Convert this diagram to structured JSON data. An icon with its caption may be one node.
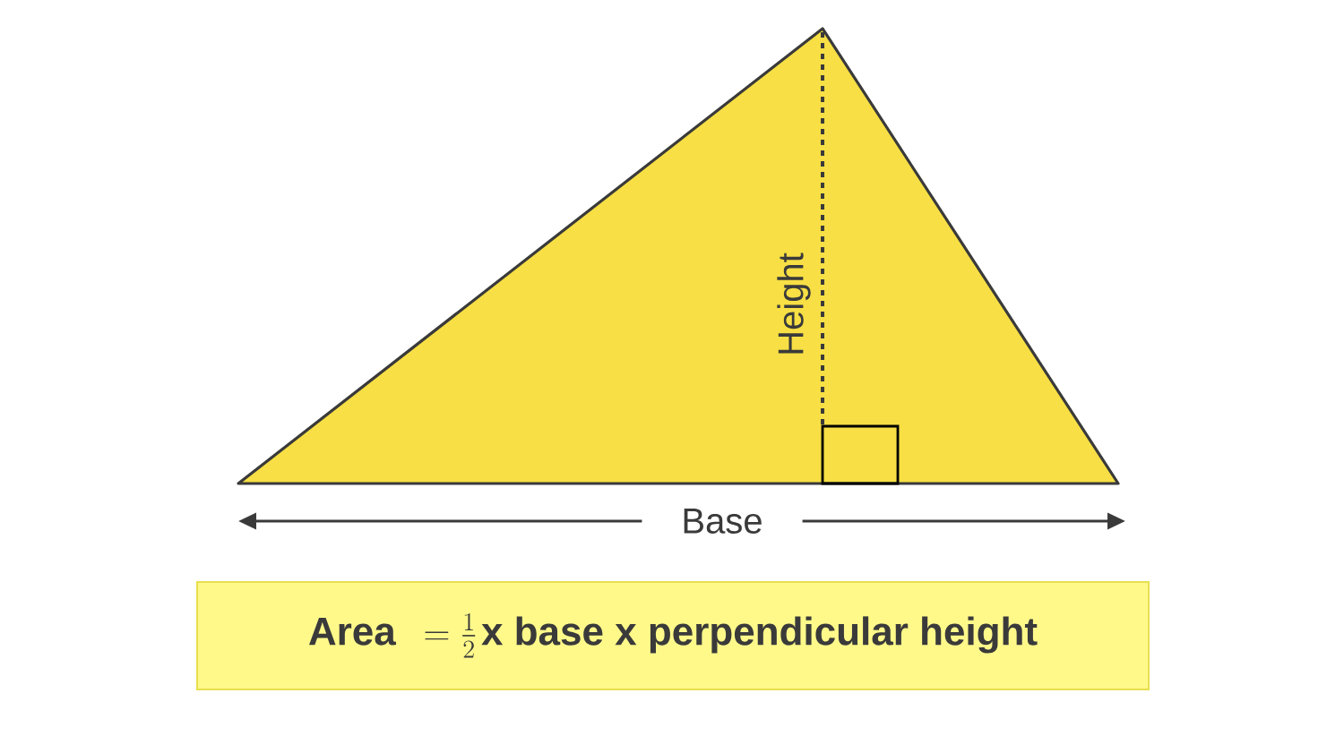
{
  "diagram": {
    "nodes": [
      {
        "text": [
          "Area",
          "= \\frac{1}{2}",
          "x base  x  perpendicular height"
        ]
      }
    ],
    "edges": [],
    "labels": [
      "Height",
      "Base"
    ]
  }
}
